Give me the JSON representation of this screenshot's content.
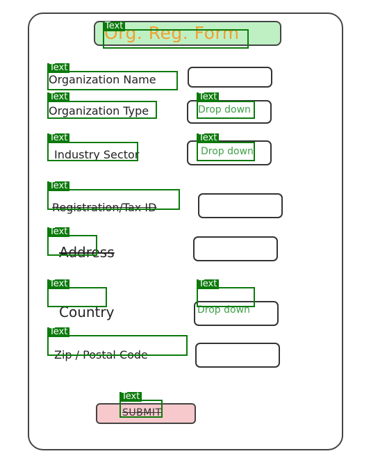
{
  "annotation_tag": "Text",
  "form": {
    "title": "Org. Reg. Form",
    "fields": {
      "org_name": {
        "label": "Organization Name"
      },
      "org_type": {
        "label": "Organization Type",
        "dropdown": "Drop down"
      },
      "industry": {
        "label": "Industry Sector",
        "dropdown": "Drop down"
      },
      "tax_id": {
        "label": "Registration/Tax ID"
      },
      "address": {
        "label": "Address"
      },
      "country": {
        "label": "Country",
        "dropdown": "Drop down"
      },
      "zip": {
        "label": "Zip / Postal Code"
      }
    },
    "submit_label": "SUBMIT"
  },
  "colors": {
    "title_bg": "#bff0c4",
    "title_text": "#f0a030",
    "dropdown_text": "#3fa048",
    "submit_bg": "#f7c9cc",
    "annotation": "#0b7a0b"
  }
}
